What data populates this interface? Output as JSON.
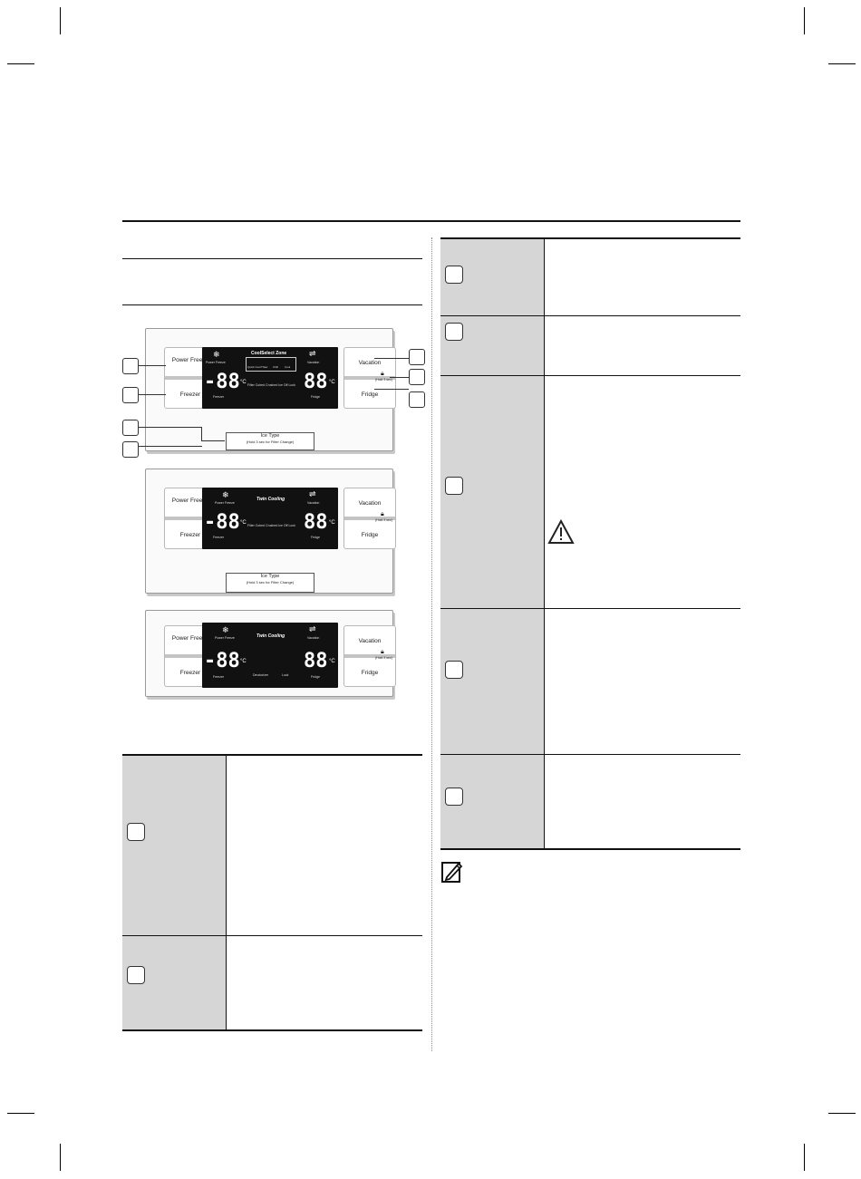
{
  "panel_a": {
    "power_freeze": "Power Freeze",
    "freezer": "Freezer",
    "vacation": "Vacation",
    "fridge": "Fridge",
    "hold_3sec": "(Hold 3 sec)",
    "power_freeze_small": "Power Freeze",
    "zone_title": "CoolSelect Zone",
    "zone_items": [
      "Quick Cool",
      "Thaw",
      "Chill",
      "Cool"
    ],
    "freezer_digits": "-88",
    "fridge_digits": "88",
    "deg": "°C",
    "freezer_small": "Freezer",
    "fridge_small": "Fridge",
    "vacation_small": "Vacation",
    "status_row": "Filter  Cubed  Crushed  Ice Off  Lock",
    "ice_type": "Ice Type",
    "ice_type_sub": "(Hold 3 sec for Filter Change)"
  },
  "panel_b": {
    "power_freeze": "Power Freeze",
    "freezer": "Freezer",
    "vacation": "Vacation",
    "fridge": "Fridge",
    "hold_3sec": "(Hold 3 sec)",
    "power_freeze_small": "Power Freeze",
    "twin_cooling": "Twin Cooling",
    "freezer_digits": "-88",
    "fridge_digits": "88",
    "deg": "°C",
    "freezer_small": "Freezer",
    "fridge_small": "Fridge",
    "vacation_small": "Vacation",
    "status_row": "Filter  Cubed  Crushed  Ice Off  Lock",
    "ice_type": "Ice Type",
    "ice_type_sub": "(Hold 3 sec for Filter Change)"
  },
  "panel_c": {
    "power_freeze": "Power Freeze",
    "freezer": "Freezer",
    "vacation": "Vacation",
    "fridge": "Fridge",
    "hold_3sec": "(Hold 3 sec)",
    "power_freeze_small": "Power Freeze",
    "twin_cooling": "Twin Cooling",
    "freezer_digits": "-88",
    "fridge_digits": "88",
    "deg": "°C",
    "freezer_small": "Freezer",
    "fridge_small": "Fridge",
    "vacation_small": "Vacation",
    "deodorizer": "Deodorizer",
    "lock": "Lock"
  },
  "icons": {
    "warning": "warning-triangle-icon",
    "note": "note-pencil-icon",
    "snowflake": "snowflake-icon",
    "vacation": "vacation-person-icon",
    "lock": "lock-icon"
  }
}
